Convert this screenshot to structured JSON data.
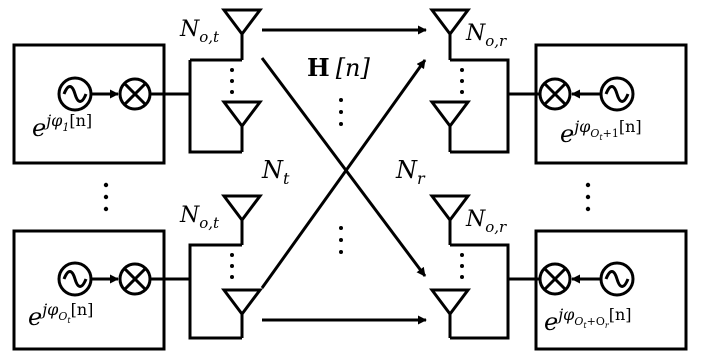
{
  "colors": {
    "stroke": "#000000",
    "background": "#ffffff"
  },
  "channel": {
    "label": "H",
    "arg": "[n]"
  },
  "tx": {
    "group_label": "N",
    "group_sub": "t",
    "units": [
      {
        "antenna_label_base": "N",
        "antenna_label_sub": "o,t",
        "phase_base": "e",
        "phase_exp": "jφ",
        "phase_sub": "1",
        "phase_arg": "[n]"
      },
      {
        "antenna_label_base": "N",
        "antenna_label_sub": "o,t",
        "phase_base": "e",
        "phase_exp": "jφ",
        "phase_sub": "O",
        "phase_subsub": "t",
        "phase_arg": "[n]"
      }
    ]
  },
  "rx": {
    "group_label": "N",
    "group_sub": "r",
    "units": [
      {
        "antenna_label_base": "N",
        "antenna_label_sub": "o,r",
        "phase_base": "e",
        "phase_exp": "jφ",
        "phase_sub": "O",
        "phase_subsub": "t",
        "phase_sub2": "+1",
        "phase_arg": "[n]"
      },
      {
        "antenna_label_base": "N",
        "antenna_label_sub": "o,r",
        "phase_base": "e",
        "phase_exp": "jφ",
        "phase_sub": "O",
        "phase_subsub": "t",
        "phase_sub2": "+O",
        "phase_subsub2": "r",
        "phase_arg": "[n]"
      }
    ]
  },
  "icons": [
    "oscillator-icon",
    "mixer-icon",
    "antenna-icon",
    "arrow-icon",
    "vertical-ellipsis"
  ]
}
